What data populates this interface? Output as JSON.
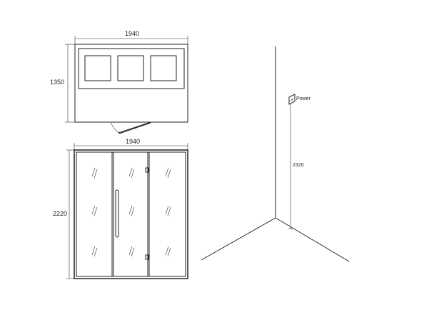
{
  "top_view": {
    "width_label": "1940",
    "depth_label": "1350"
  },
  "front_view": {
    "width_label": "1940",
    "height_label": "2220"
  },
  "wall_view": {
    "power_label": "Power",
    "power_height_label": "2320"
  }
}
